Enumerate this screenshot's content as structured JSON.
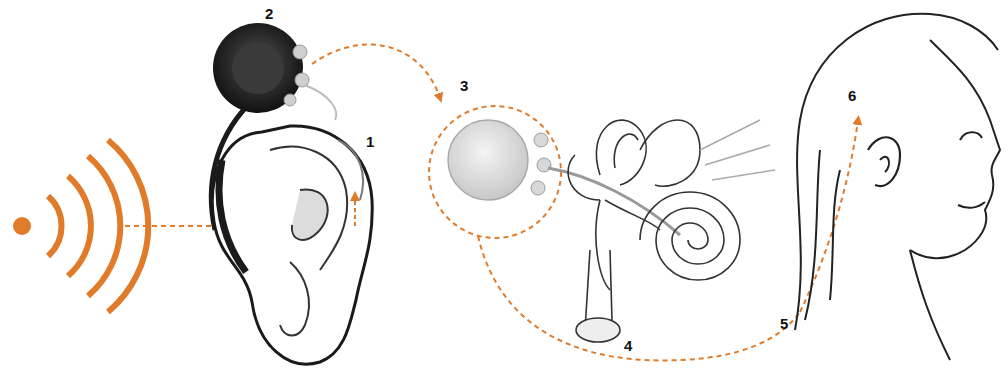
{
  "diagram": {
    "labels": [
      "2",
      "1",
      "3",
      "4",
      "5",
      "6"
    ]
  }
}
